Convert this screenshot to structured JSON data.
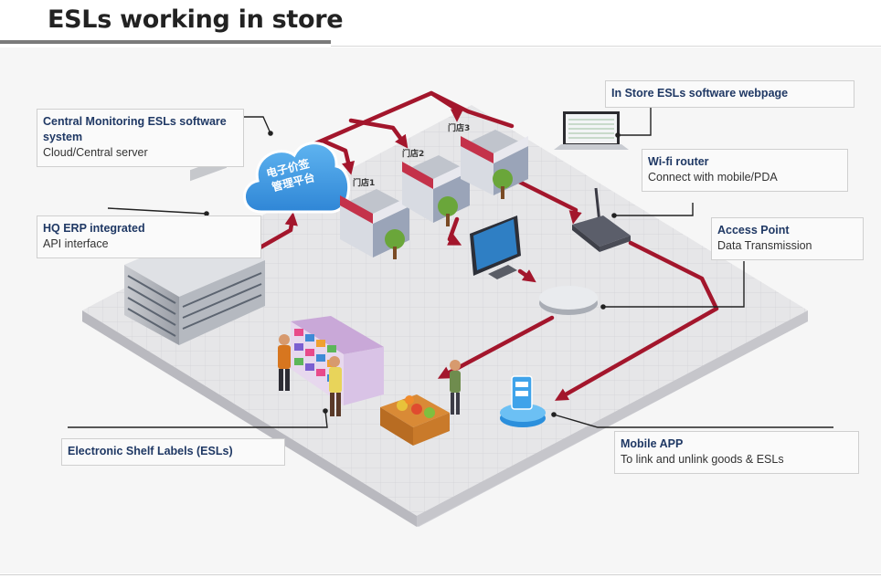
{
  "page": {
    "title": "ESLs working in store"
  },
  "callouts": {
    "central": {
      "title": "Central Monitoring ESLs software system",
      "subtitle": "Cloud/Central server"
    },
    "erp": {
      "title": "HQ ERP integrated",
      "subtitle": "API interface"
    },
    "webpage": {
      "title": "In Store ESLs software webpage"
    },
    "router": {
      "title": "Wi-fi router",
      "subtitle": "Connect with mobile/PDA"
    },
    "ap": {
      "title": "Access Point",
      "subtitle": "Data Transmission"
    },
    "esl": {
      "title": "Electronic Shelf Labels (ESLs)"
    },
    "mobile": {
      "title": "Mobile APP",
      "subtitle": "To link and unlink goods & ESLs"
    }
  },
  "cloud": {
    "label": "电子价签\n管理平台"
  },
  "stores": [
    {
      "label": "门店1"
    },
    {
      "label": "门店2"
    },
    {
      "label": "门店3"
    }
  ],
  "colors": {
    "arrow": "#a3162c",
    "title_text": "#1f3864",
    "floor": "#e6e6e8"
  }
}
